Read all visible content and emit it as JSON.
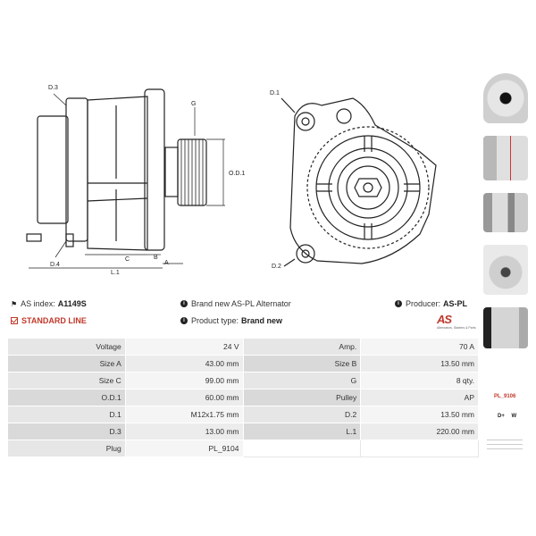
{
  "drawing": {
    "labels": {
      "d3": "D.3",
      "d4": "D.4",
      "g": "G",
      "od1": "O.D.1",
      "l1": "L.1",
      "c": "C",
      "b": "B",
      "a": "A",
      "d1": "D.1",
      "d2": "D.2"
    }
  },
  "gallery": {
    "images": [
      "alternator-front-photo",
      "alternator-box-photo",
      "alternator-side-photo",
      "alternator-rear-photo",
      "alternator-angle-photo"
    ],
    "plug_label": "PL_9106",
    "terminal_labels": [
      "D+",
      "W"
    ]
  },
  "info": {
    "as_index_label": "AS index:",
    "as_index_value": "A1149S",
    "brand_text": "Brand new AS-PL Alternator",
    "producer_label": "Producer:",
    "producer_value": "AS-PL",
    "standard_line": "STANDARD LINE",
    "product_type_label": "Product type:",
    "product_type_value": "Brand new"
  },
  "logo": {
    "mark": "AS",
    "subtitle": "Alternators, Starters & Parts",
    "color": "#c0392b"
  },
  "specs": [
    {
      "k1": "Voltage",
      "v1": "24 V",
      "k2": "Amp.",
      "v2": "70 A"
    },
    {
      "k1": "Size A",
      "v1": "43.00 mm",
      "k2": "Size B",
      "v2": "13.50 mm"
    },
    {
      "k1": "Size C",
      "v1": "99.00 mm",
      "k2": "G",
      "v2": "8 qty."
    },
    {
      "k1": "O.D.1",
      "v1": "60.00 mm",
      "k2": "Pulley",
      "v2": "AP"
    },
    {
      "k1": "D.1",
      "v1": "M12x1.75 mm",
      "k2": "D.2",
      "v2": "13.50 mm"
    },
    {
      "k1": "D.3",
      "v1": "13.00 mm",
      "k2": "L.1",
      "v2": "220.00 mm"
    },
    {
      "k1": "Plug",
      "v1": "PL_9104",
      "k2": "",
      "v2": ""
    }
  ]
}
